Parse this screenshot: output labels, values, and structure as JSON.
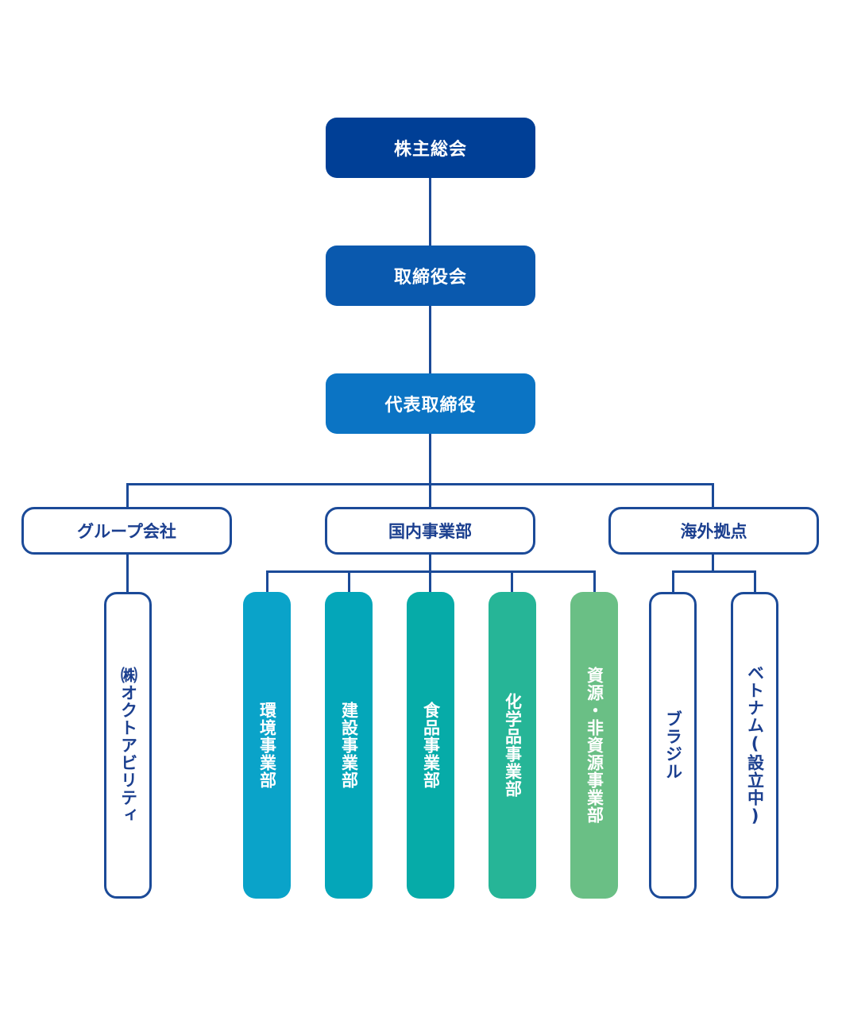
{
  "chart": {
    "level1": [
      {
        "label": "株主総会",
        "color": "#003f96"
      },
      {
        "label": "取締役会",
        "color": "#0a59ae"
      },
      {
        "label": "代表取締役",
        "color": "#0b74c4"
      }
    ],
    "level2": [
      {
        "label": "グループ会社"
      },
      {
        "label": "国内事業部"
      },
      {
        "label": "海外拠点"
      }
    ],
    "group_companies": [
      {
        "label": "㈱オクトアビリティ"
      }
    ],
    "domestic_divisions": [
      {
        "label": "環境事業部",
        "color": "#0aa3c9"
      },
      {
        "label": "建設事業部",
        "color": "#04a6b9"
      },
      {
        "label": "食品事業部",
        "color": "#06aba8"
      },
      {
        "label": "化学品事業部",
        "color": "#26b597"
      },
      {
        "label": "資源・非資源事業部",
        "color": "#6abf85"
      }
    ],
    "overseas_bases": [
      {
        "label": "ブラジル"
      },
      {
        "label": "ベトナム(設立中)"
      }
    ],
    "line_color": "#1b4a98"
  }
}
